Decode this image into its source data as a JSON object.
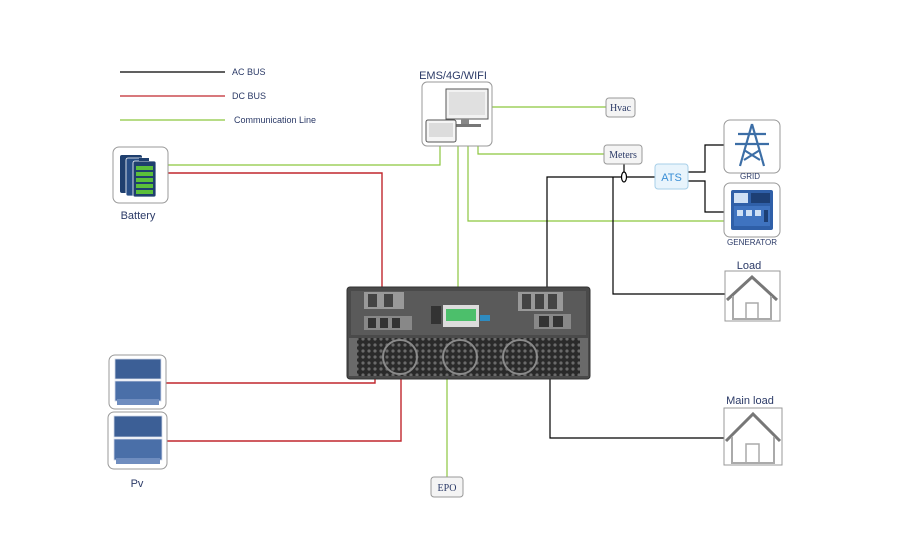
{
  "legend": {
    "ac_bus": "AC BUS",
    "dc_bus": "DC BUS",
    "comm_line": "Communication Line"
  },
  "labels": {
    "ems": "EMS/4G/WIFI",
    "hvac": "Hvac",
    "meters": "Meters",
    "ats": "ATS",
    "grid": "GRID",
    "generator": "GENERATOR",
    "battery": "Battery",
    "load": "Load",
    "main_load": "Main load",
    "pv": "Pv",
    "epo": "EPO"
  },
  "colors": {
    "ac": "#000000",
    "dc": "#c0272d",
    "comm": "#8cc63f",
    "text": "#2b3a67",
    "ats_fill": "#e8f4fc",
    "ats_text": "#3a8fd6",
    "device_body": "#4a4a4a"
  },
  "icons": {
    "ems": "computer-terminal-icon",
    "battery": "battery-pack-icon",
    "grid": "power-pylon-icon",
    "generator": "generator-panel-icon",
    "load": "house-icon",
    "pv": "solar-panel-icon",
    "inverter": "hybrid-inverter-rack-icon"
  }
}
